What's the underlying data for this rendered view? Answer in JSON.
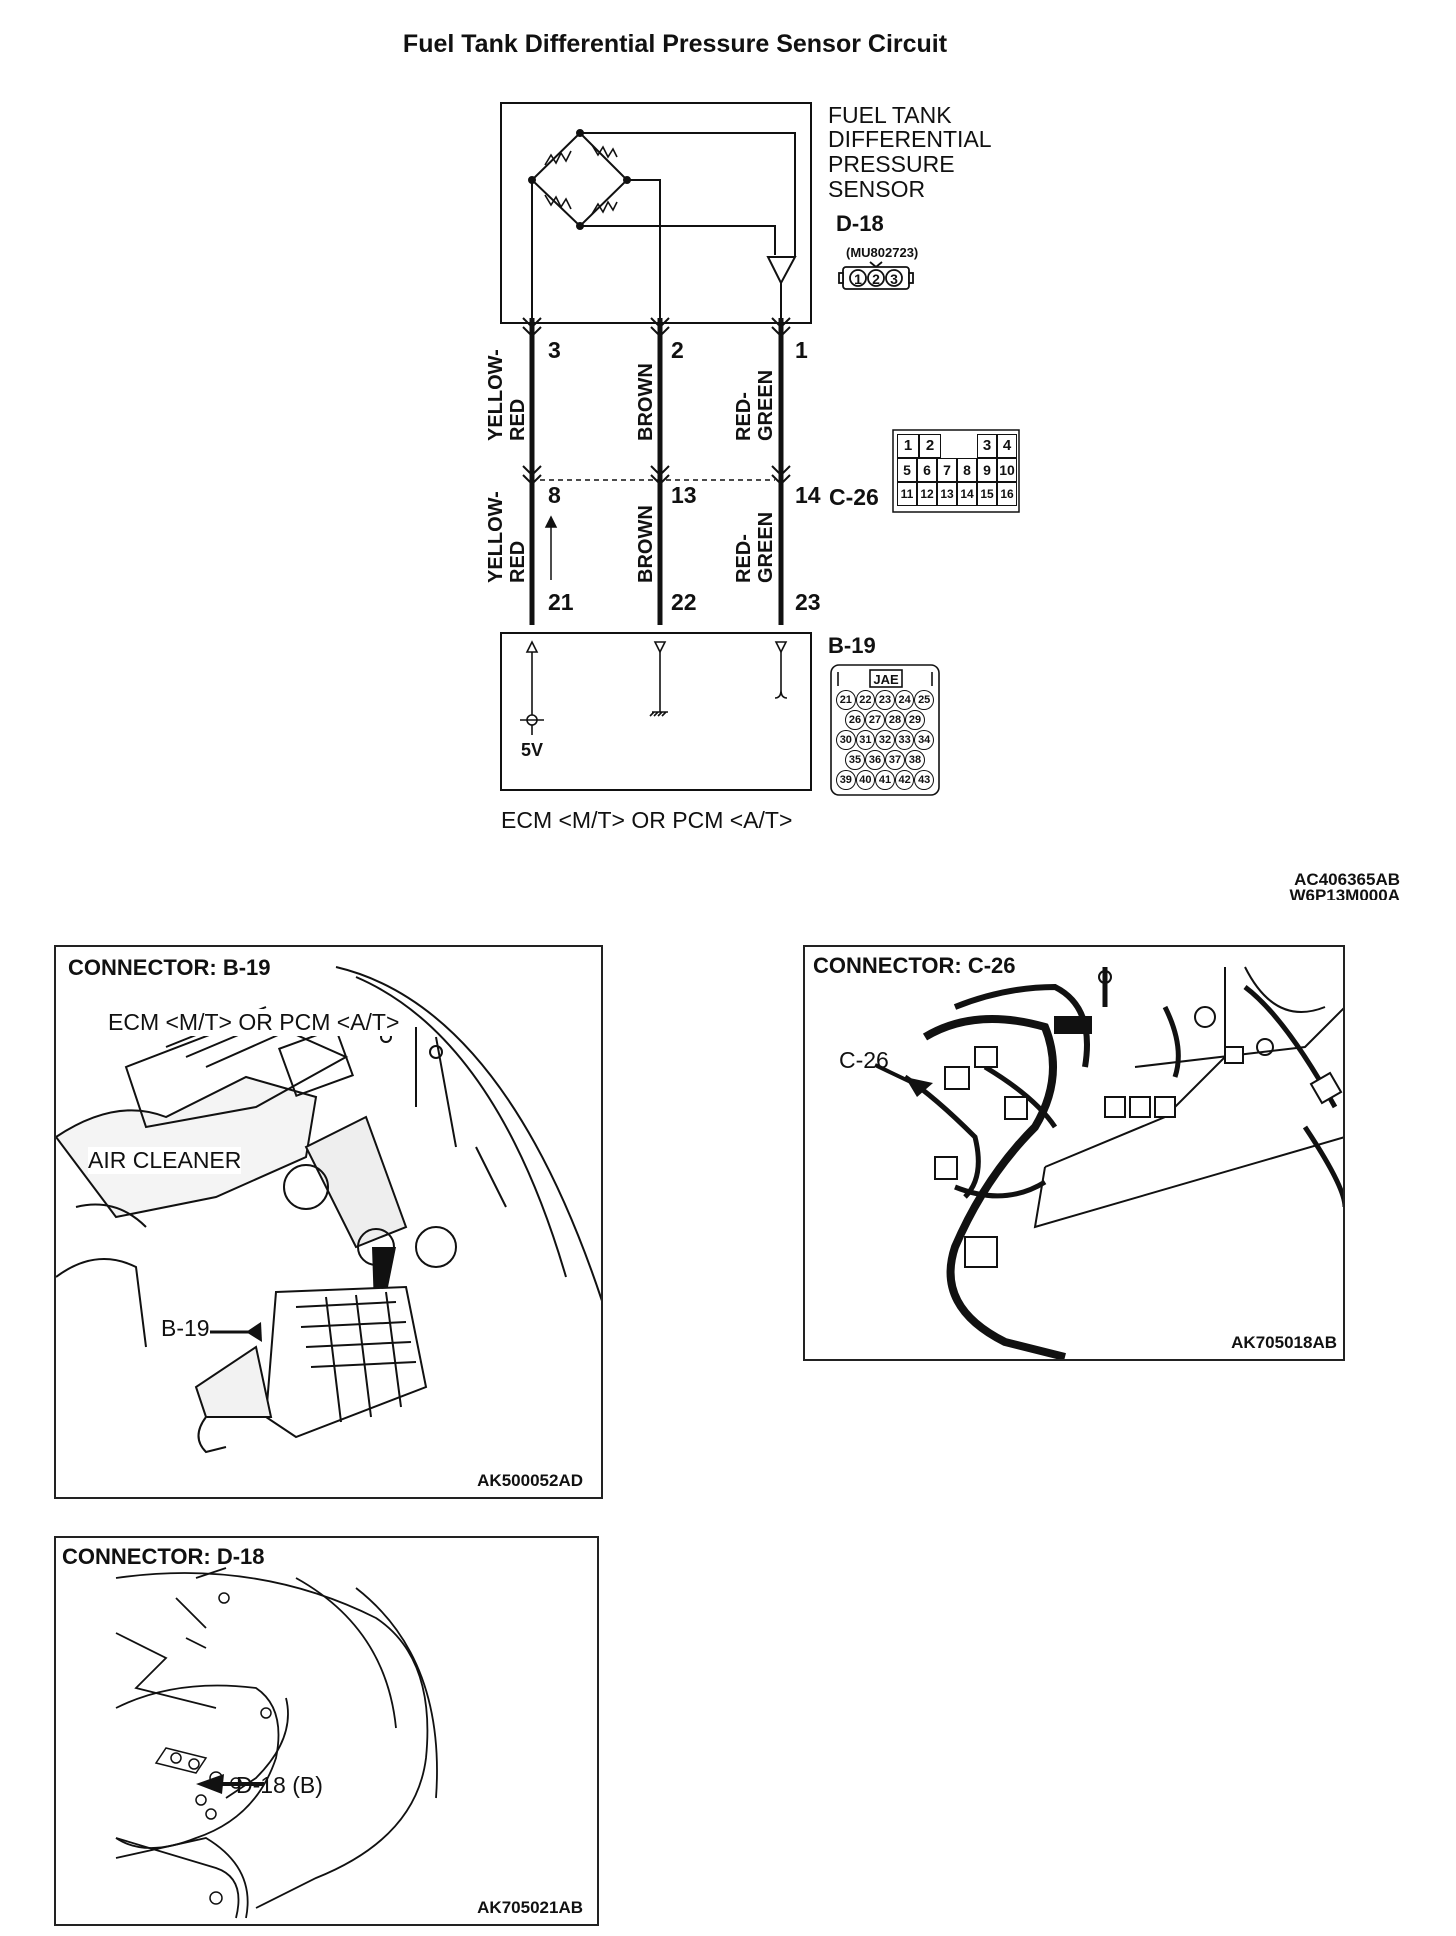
{
  "title": "Fuel Tank Differential Pressure Sensor Circuit",
  "sensor": {
    "name_lines": [
      "FUEL TANK",
      "DIFFERENTIAL",
      "PRESSURE",
      "SENSOR"
    ],
    "connector": "D-18",
    "part_no": "(MU802723)",
    "pins": [
      "1",
      "2",
      "3"
    ]
  },
  "wires": [
    {
      "upper_color": [
        "YELLOW-",
        "RED"
      ],
      "lower_color": [
        "YELLOW-",
        "RED"
      ],
      "sensor_pin": "3",
      "c26_pin": "8",
      "ecm_pin": "21"
    },
    {
      "upper_color": [
        "BROWN"
      ],
      "lower_color": [
        "BROWN"
      ],
      "sensor_pin": "2",
      "c26_pin": "13",
      "ecm_pin": "22"
    },
    {
      "upper_color": [
        "RED-",
        "GREEN"
      ],
      "lower_color": [
        "RED-",
        "GREEN"
      ],
      "sensor_pin": "1",
      "c26_pin": "14",
      "ecm_pin": "23"
    }
  ],
  "c26": {
    "label": "C-26",
    "rows": [
      [
        "1",
        "2",
        "",
        "3",
        "4"
      ],
      [
        "5",
        "6",
        "7",
        "8",
        "9",
        "10"
      ],
      [
        "11",
        "12",
        "13",
        "14",
        "15",
        "16"
      ]
    ]
  },
  "ecm": {
    "connector": "B-19",
    "jae": "JAE",
    "supply": "5V",
    "label": "ECM <M/T> OR PCM <A/T>",
    "rows": [
      [
        "21",
        "22",
        "23",
        "24",
        "25"
      ],
      [
        "26",
        "27",
        "28",
        "29"
      ],
      [
        "30",
        "31",
        "32",
        "33",
        "34"
      ],
      [
        "35",
        "36",
        "37",
        "38"
      ],
      [
        "39",
        "40",
        "41",
        "42",
        "43"
      ]
    ]
  },
  "diagram_codes": [
    "AC406365AB",
    "W6P13M000A"
  ],
  "panels": {
    "b19": {
      "title": "CONNECTOR: B-19",
      "callout_ecm": "ECM <M/T> OR PCM <A/T>",
      "callout_air": "AIR CLEANER",
      "callout_conn": "B-19",
      "code": "AK500052AD"
    },
    "c26": {
      "title": "CONNECTOR: C-26",
      "callout_conn": "C-26",
      "code": "AK705018AB"
    },
    "d18": {
      "title": "CONNECTOR: D-18",
      "callout_conn": "D-18 (B)",
      "code": "AK705021AB"
    }
  }
}
